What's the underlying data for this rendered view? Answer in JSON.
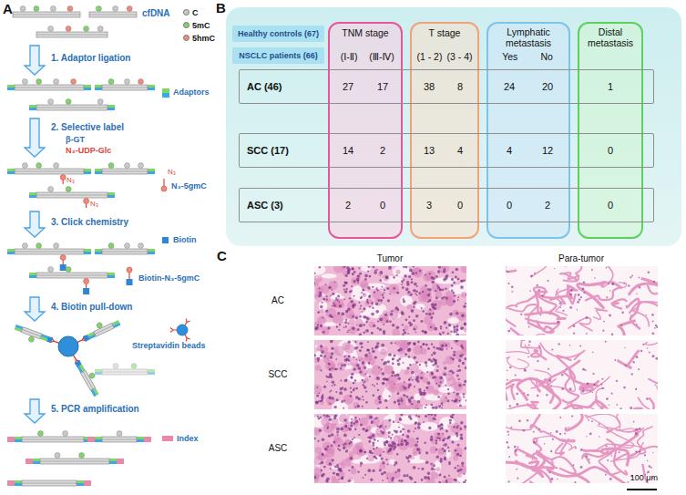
{
  "diagram": {
    "nodes": [
      {
        "text": [
          "Healthy controls (67)"
        ]
      },
      {
        "text": [
          "NSCLC patients (66)"
        ]
      },
      {
        "text": [
          "TNM stage",
          "(Ⅰ-Ⅱ)",
          "(Ⅲ-Ⅳ)"
        ]
      },
      {
        "text": [
          "T stage",
          "(1 - 2)",
          "(3 - 4)"
        ]
      },
      {
        "text": [
          "Lymphatic metastasis",
          "Yes",
          "No"
        ]
      },
      {
        "text": [
          "Distal metastasis"
        ]
      },
      {
        "text": [
          "AC (46)"
        ]
      },
      {
        "text": [
          "SCC (17)"
        ]
      },
      {
        "text": [
          "ASC (3)"
        ]
      }
    ],
    "labels": [
      "A",
      "cfDNA",
      "1. Adaptor ligation",
      "2. Selective label",
      "β-GT",
      "N₃-UDP-Glc",
      "N₃",
      "N₃",
      "N₃",
      "3. Click chemistry",
      "4. Biotin pull-down",
      "5. PCR amplification",
      "B",
      "27",
      "17",
      "38",
      "8",
      "24",
      "20",
      "1",
      "14",
      "2",
      "13",
      "4",
      "4",
      "12",
      "0",
      "2",
      "0",
      "3",
      "0",
      "0",
      "2",
      "0",
      "C",
      "Tumor",
      "Para-tumor",
      "AC",
      "SCC",
      "ASC",
      "100 μm"
    ],
    "legend": [
      {
        "text": "C",
        "color": "#c8c8c8"
      },
      {
        "text": "5mC",
        "color": "#7fd46a"
      },
      {
        "text": "5hmC",
        "color": "#f08a7a"
      },
      {
        "text": "Adaptors"
      },
      {
        "text": "N₃-5gmC"
      },
      {
        "text": "Biotin",
        "color": "#2f86d6"
      },
      {
        "text": "Biotin-N₃-5gmC"
      },
      {
        "text": "Streptavidin beads"
      },
      {
        "text": "Index",
        "color": "#e88aa6"
      }
    ]
  }
}
